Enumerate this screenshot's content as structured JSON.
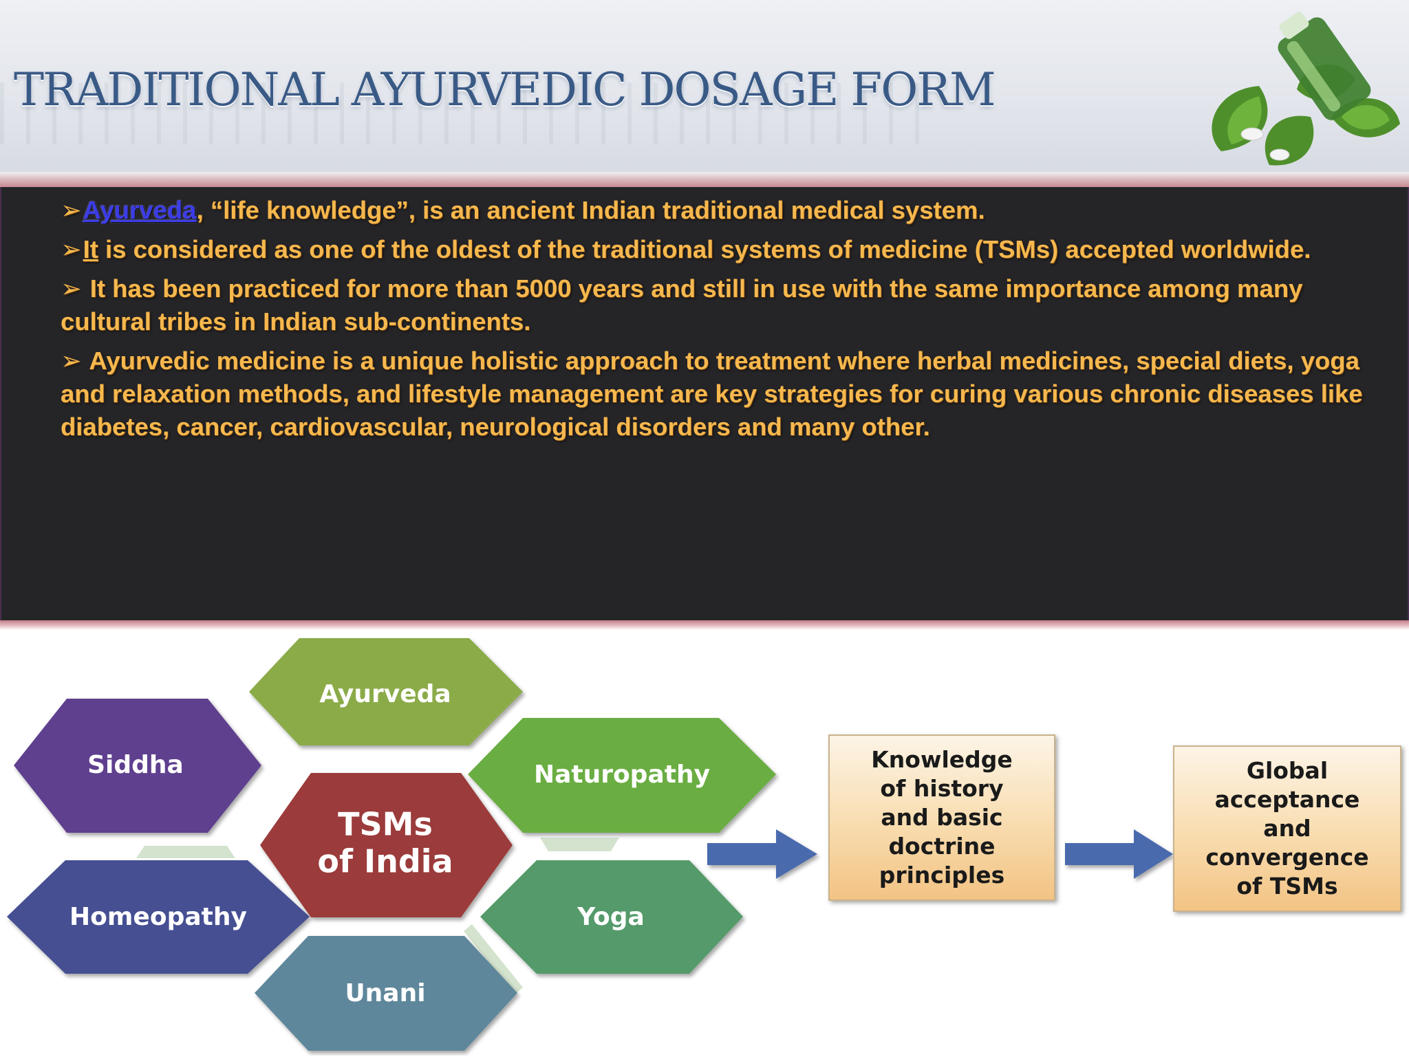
{
  "slide": {
    "title": "TRADITIONAL AYURVEDIC DOSAGE FORM"
  },
  "bullets": [
    {
      "marker": "➢",
      "link_text": "Ayurveda",
      "text": ", “life knowledge”, is an ancient Indian traditional medical system."
    },
    {
      "marker": "➢",
      "underlined_text": "It",
      "text": " is considered as one of the oldest of the traditional systems of medicine (TSMs) accepted worldwide."
    },
    {
      "marker": "➢",
      "text": " It  has been practiced for more than 5000 years and still in use with the same importance among many cultural tribes in Indian sub-continents."
    },
    {
      "marker": "➢",
      "text": " Ayurvedic medicine is a unique holistic approach to treatment where herbal medicines, special diets, yoga and relaxation methods, and lifestyle management are key strategies for curing various chronic diseases like diabetes, cancer, cardiovascular, neurological disorders and many other."
    }
  ],
  "diagram": {
    "hexagons": [
      {
        "id": "ayurveda",
        "label": "Ayurveda",
        "color": "#8bab4a"
      },
      {
        "id": "siddha",
        "label": "Siddha",
        "color": "#5e3f8f"
      },
      {
        "id": "naturopathy",
        "label": "Naturopathy",
        "color": "#6aad43"
      },
      {
        "id": "center",
        "label_line1": "TSMs",
        "label_line2": "of India",
        "color": "#9b3a3a"
      },
      {
        "id": "homeopathy",
        "label": "Homeopathy",
        "color": "#454f92"
      },
      {
        "id": "yoga",
        "label": "Yoga",
        "color": "#559a6b"
      },
      {
        "id": "unani",
        "label": "Unani",
        "color": "#5f879b"
      }
    ],
    "boxes": [
      {
        "id": "knowledge",
        "label": "Knowledge\nof history\nand basic\ndoctrine\nprinciples"
      },
      {
        "id": "global",
        "label": "Global\nacceptance\nand\nconvergence\nof TSMs"
      }
    ],
    "arrow_color": "#4a6aad"
  }
}
